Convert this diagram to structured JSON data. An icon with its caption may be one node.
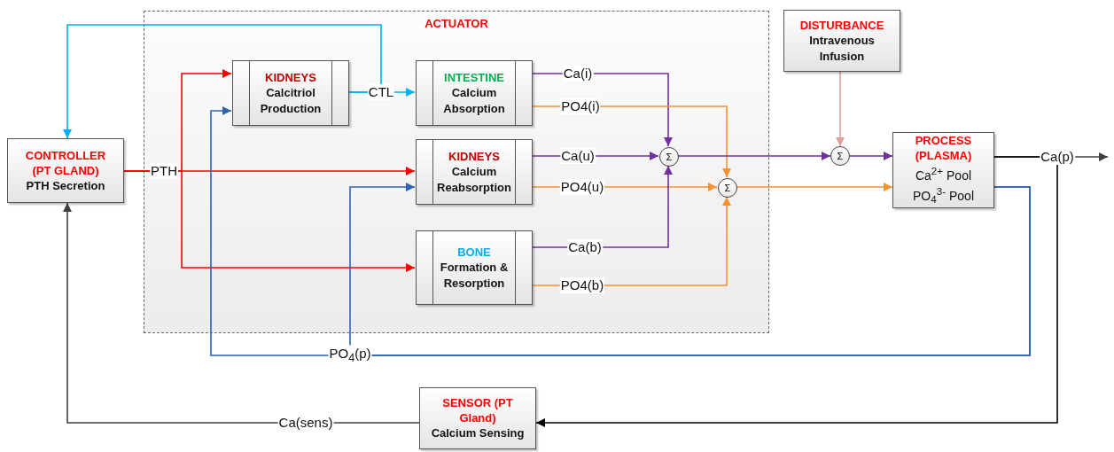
{
  "diagram": {
    "nodes": [
      {
        "text": [
          "ACTUATOR"
        ]
      },
      {
        "text": [
          "CONTROLLER (PT GLAND)",
          "PTH Secretion"
        ]
      },
      {
        "text": [
          "KIDNEYS",
          "Calcitriol Production"
        ],
        "in": 0
      },
      {
        "text": [
          "INTESTINE",
          "Calcium Absorption"
        ],
        "in": 0
      },
      {
        "text": [
          "KIDNEYS",
          "Calcium Reabsorption"
        ],
        "in": 0
      },
      {
        "text": [
          "BONE",
          "Formation & Resorption"
        ],
        "in": 0
      },
      {
        "text": [
          "Σ"
        ],
        "in": 0
      },
      {
        "text": [
          "Σ"
        ],
        "in": 0
      },
      {
        "text": [
          "DISTURBANCE",
          "Intravenous Infusion"
        ]
      },
      {
        "text": [
          "Σ"
        ]
      },
      {
        "text": [
          "PROCESS (PLASMA)",
          "Ca$^{2+}$ Pool",
          "PO$_{4}$$^{3-}$ Pool"
        ]
      },
      {
        "text": [
          "SENSOR (PT Gland)",
          "Calcium Sensing"
        ]
      }
    ],
    "edges": [
      {
        "from": 1,
        "to": 2,
        "arrow": "to",
        "color": "#ff0000"
      },
      {
        "from": 1,
        "to": 4,
        "arrow": "to",
        "label": "PTH",
        "color": "#ff0000"
      },
      {
        "from": 1,
        "to": 5,
        "arrow": "to",
        "color": "#ff0000"
      },
      {
        "from": 2,
        "to": 3,
        "arrow": "to",
        "label": "CTL",
        "color": "#00b0f0"
      },
      {
        "from": 2,
        "to": 1,
        "arrow": "to",
        "color": "#00b0f0"
      },
      {
        "from": 3,
        "to": 6,
        "arrow": "to",
        "label": "Ca(i)",
        "color": "#7030a0"
      },
      {
        "from": 3,
        "to": 7,
        "arrow": "to",
        "label": "PO4(i)",
        "color": "#f79232"
      },
      {
        "from": 4,
        "to": 6,
        "arrow": "to",
        "label": "Ca(u)",
        "color": "#7030a0"
      },
      {
        "from": 4,
        "to": 7,
        "arrow": "to",
        "label": "PO4(u)",
        "color": "#f79232"
      },
      {
        "from": 5,
        "to": 6,
        "arrow": "to",
        "label": "Ca(b)",
        "color": "#7030a0"
      },
      {
        "from": 5,
        "to": 7,
        "arrow": "to",
        "label": "PO4(b)",
        "color": "#f79232"
      },
      {
        "from": 6,
        "to": 9,
        "arrow": "to",
        "color": "#7030a0"
      },
      {
        "from": 7,
        "to": 10,
        "arrow": "to",
        "color": "#f79232"
      },
      {
        "from": 8,
        "to": 9,
        "arrow": "to",
        "color": "#e0a09a"
      },
      {
        "from": 9,
        "to": 10,
        "arrow": "to",
        "color": "#7030a0"
      },
      {
        "from": 10,
        "to": null,
        "arrow": "to",
        "label": "Ca(p)",
        "color": "#404040"
      },
      {
        "from": 10,
        "to": 11,
        "arrow": "to",
        "color": "#000000"
      },
      {
        "from": 11,
        "to": 1,
        "arrow": "to",
        "label": "Ca(sens)",
        "color": "#404040"
      },
      {
        "from": 10,
        "to": 2,
        "arrow": "to",
        "label": "PO$_{4}$(p)",
        "color": "#2e63b0"
      },
      {
        "from": 10,
        "to": 4,
        "arrow": "to",
        "color": "#2e63b0"
      }
    ]
  }
}
